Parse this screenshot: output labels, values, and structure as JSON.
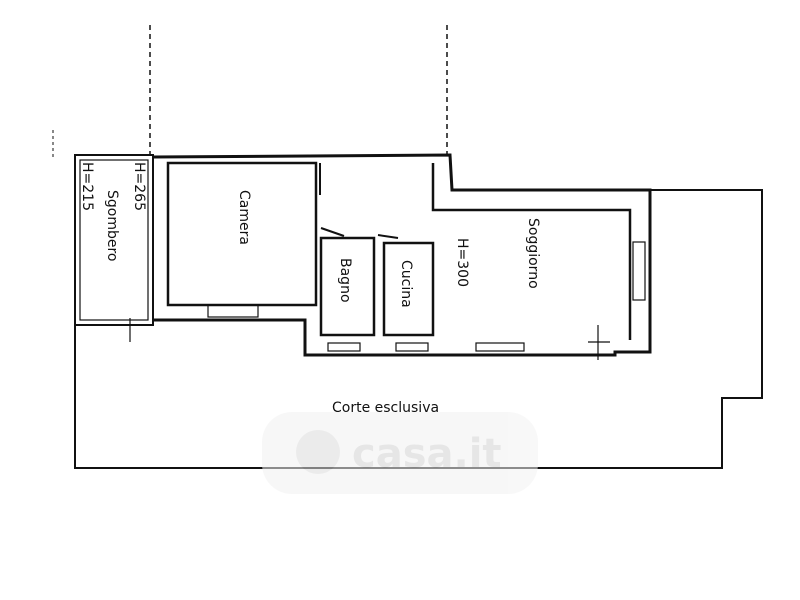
{
  "floorplan": {
    "rooms": {
      "sgombero": "Sgombero",
      "sgombero_h1": "H=265",
      "sgombero_h2": "H=215",
      "camera": "Camera",
      "bagno": "Bagno",
      "cucina": "Cucina",
      "soggiorno": "Soggiorno",
      "soggiorno_h": "H=300",
      "corte": "Corte esclusiva"
    },
    "watermark": "casa.it",
    "colors": {
      "ink": "#111111",
      "watermark": "#d9d9d9"
    }
  }
}
